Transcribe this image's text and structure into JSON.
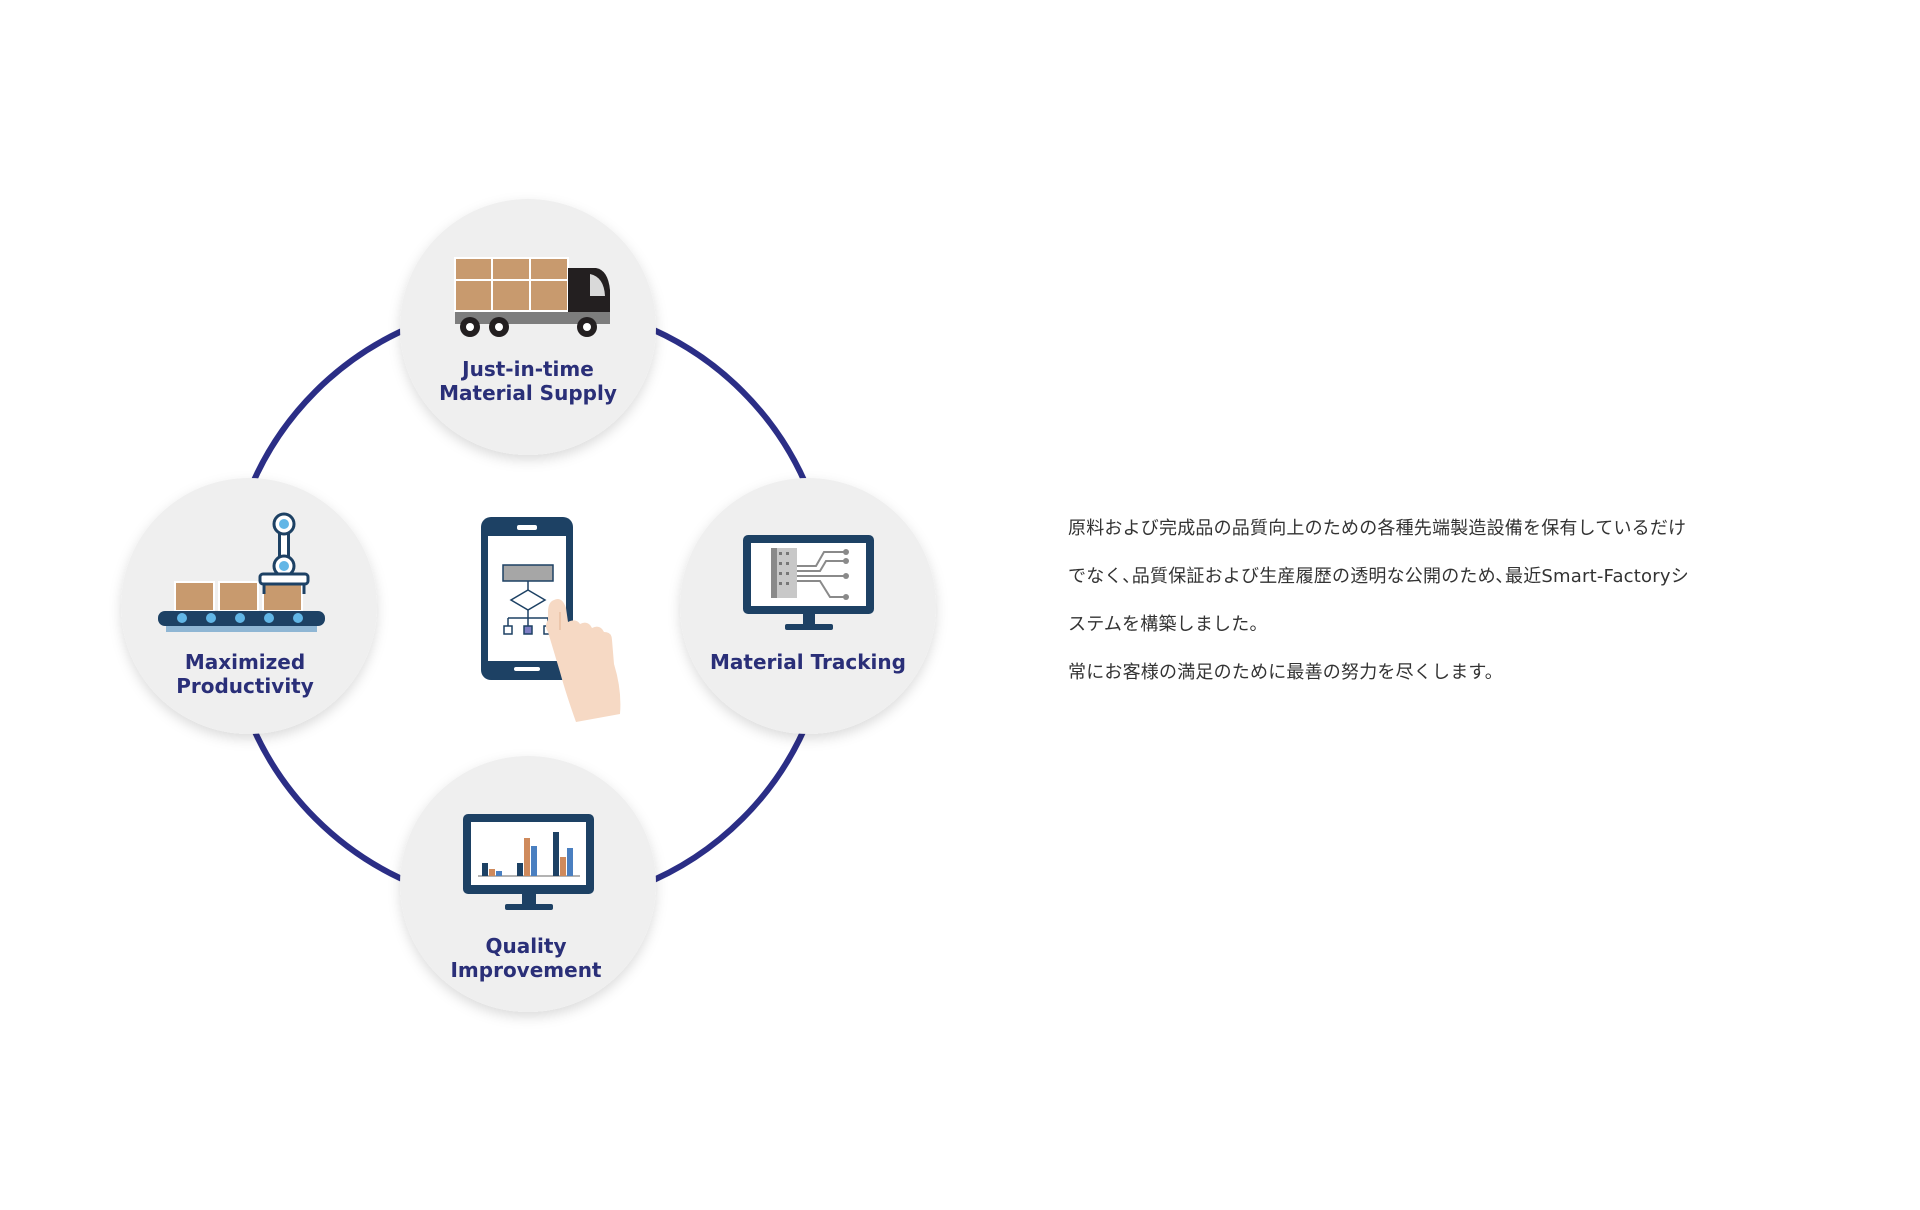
{
  "colors": {
    "ring": "#2b2e86",
    "node_fill": "#efefef",
    "label_text": "#2a2f78",
    "device_navy": "#1d4164",
    "box_tan": "#c89a6e",
    "chart_orange": "#cf8a5c",
    "chart_blue": "#4a7fc0",
    "robot_accent": "#62b6e6"
  },
  "nodes": [
    {
      "id": "supply",
      "icon": "truck-icon",
      "label_lines": [
        "Just-in-time",
        "Material Supply"
      ]
    },
    {
      "id": "tracking",
      "icon": "monitor-circuit-icon",
      "label_lines": [
        "Material Tracking"
      ]
    },
    {
      "id": "quality",
      "icon": "monitor-bar-chart-icon",
      "label_lines": [
        "Quality",
        "Improvement"
      ]
    },
    {
      "id": "productivity",
      "icon": "robot-arm-conveyor-icon",
      "label_lines": [
        "Maximized",
        "Productivity"
      ]
    }
  ],
  "center": {
    "icon": "smartphone-flowchart-tap-icon"
  },
  "description": {
    "lines": [
      "原料および完成品の品質向上のための各種先端製造設備を保有しているだけ",
      "でなく､品質保証および生産履歴の透明な公開のため､最近Smart-Factoryシ",
      "ステムを構築しました。",
      "常にお客様の満足のために最善の努力を尽くします。"
    ]
  }
}
